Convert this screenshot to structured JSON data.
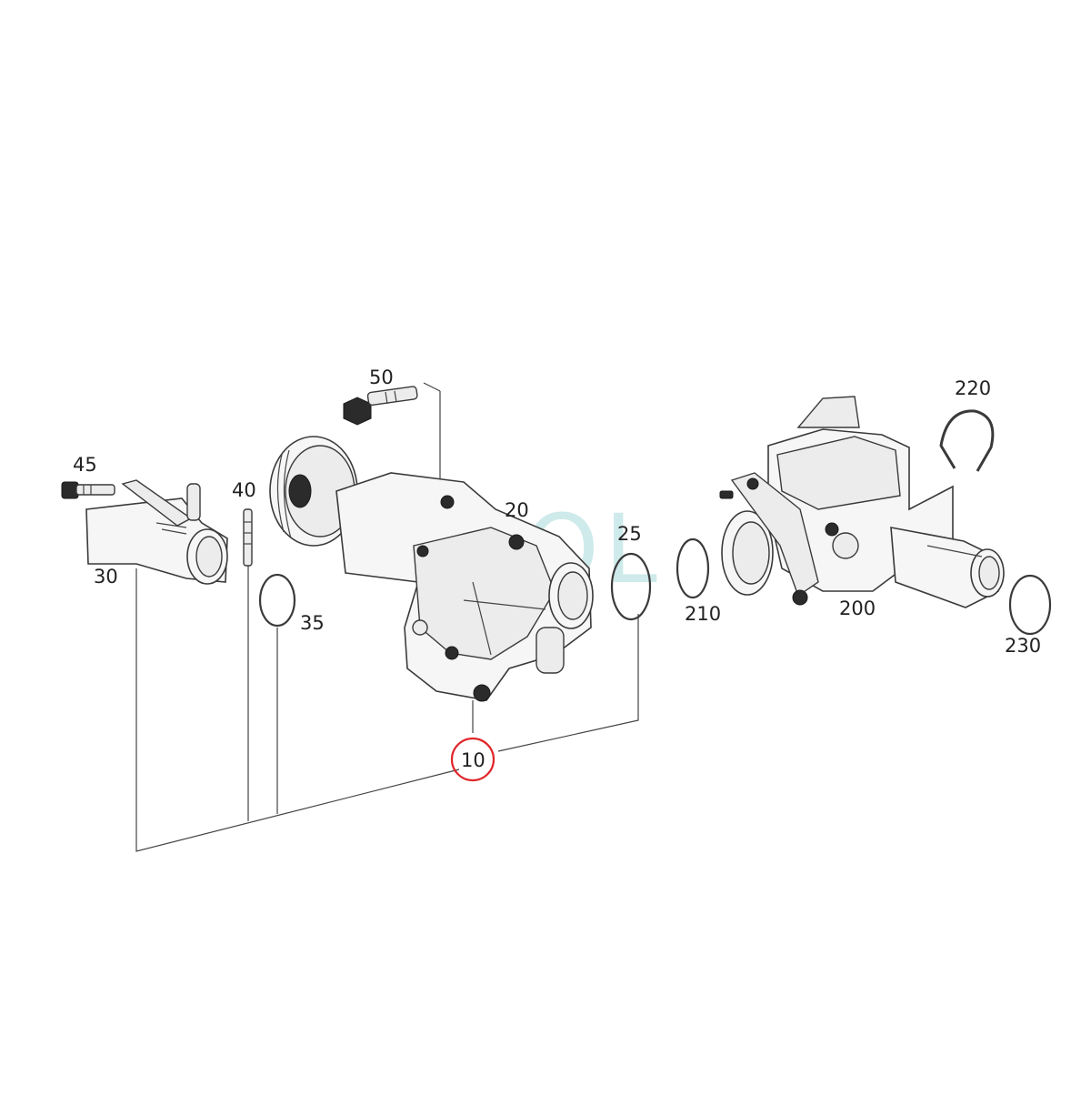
{
  "diagram": {
    "callouts": [
      {
        "id": "c10",
        "label": "10",
        "highlighted": true
      },
      {
        "id": "c20",
        "label": "20"
      },
      {
        "id": "c25",
        "label": "25"
      },
      {
        "id": "c30",
        "label": "30"
      },
      {
        "id": "c35",
        "label": "35"
      },
      {
        "id": "c40",
        "label": "40"
      },
      {
        "id": "c45",
        "label": "45"
      },
      {
        "id": "c50",
        "label": "50"
      },
      {
        "id": "c200",
        "label": "200"
      },
      {
        "id": "c210",
        "label": "210"
      },
      {
        "id": "c220",
        "label": "220"
      },
      {
        "id": "c230",
        "label": "230"
      }
    ],
    "highlight_color": "#e0262b",
    "watermark": {
      "text": "SOL",
      "color": "#a9d9dc"
    }
  }
}
